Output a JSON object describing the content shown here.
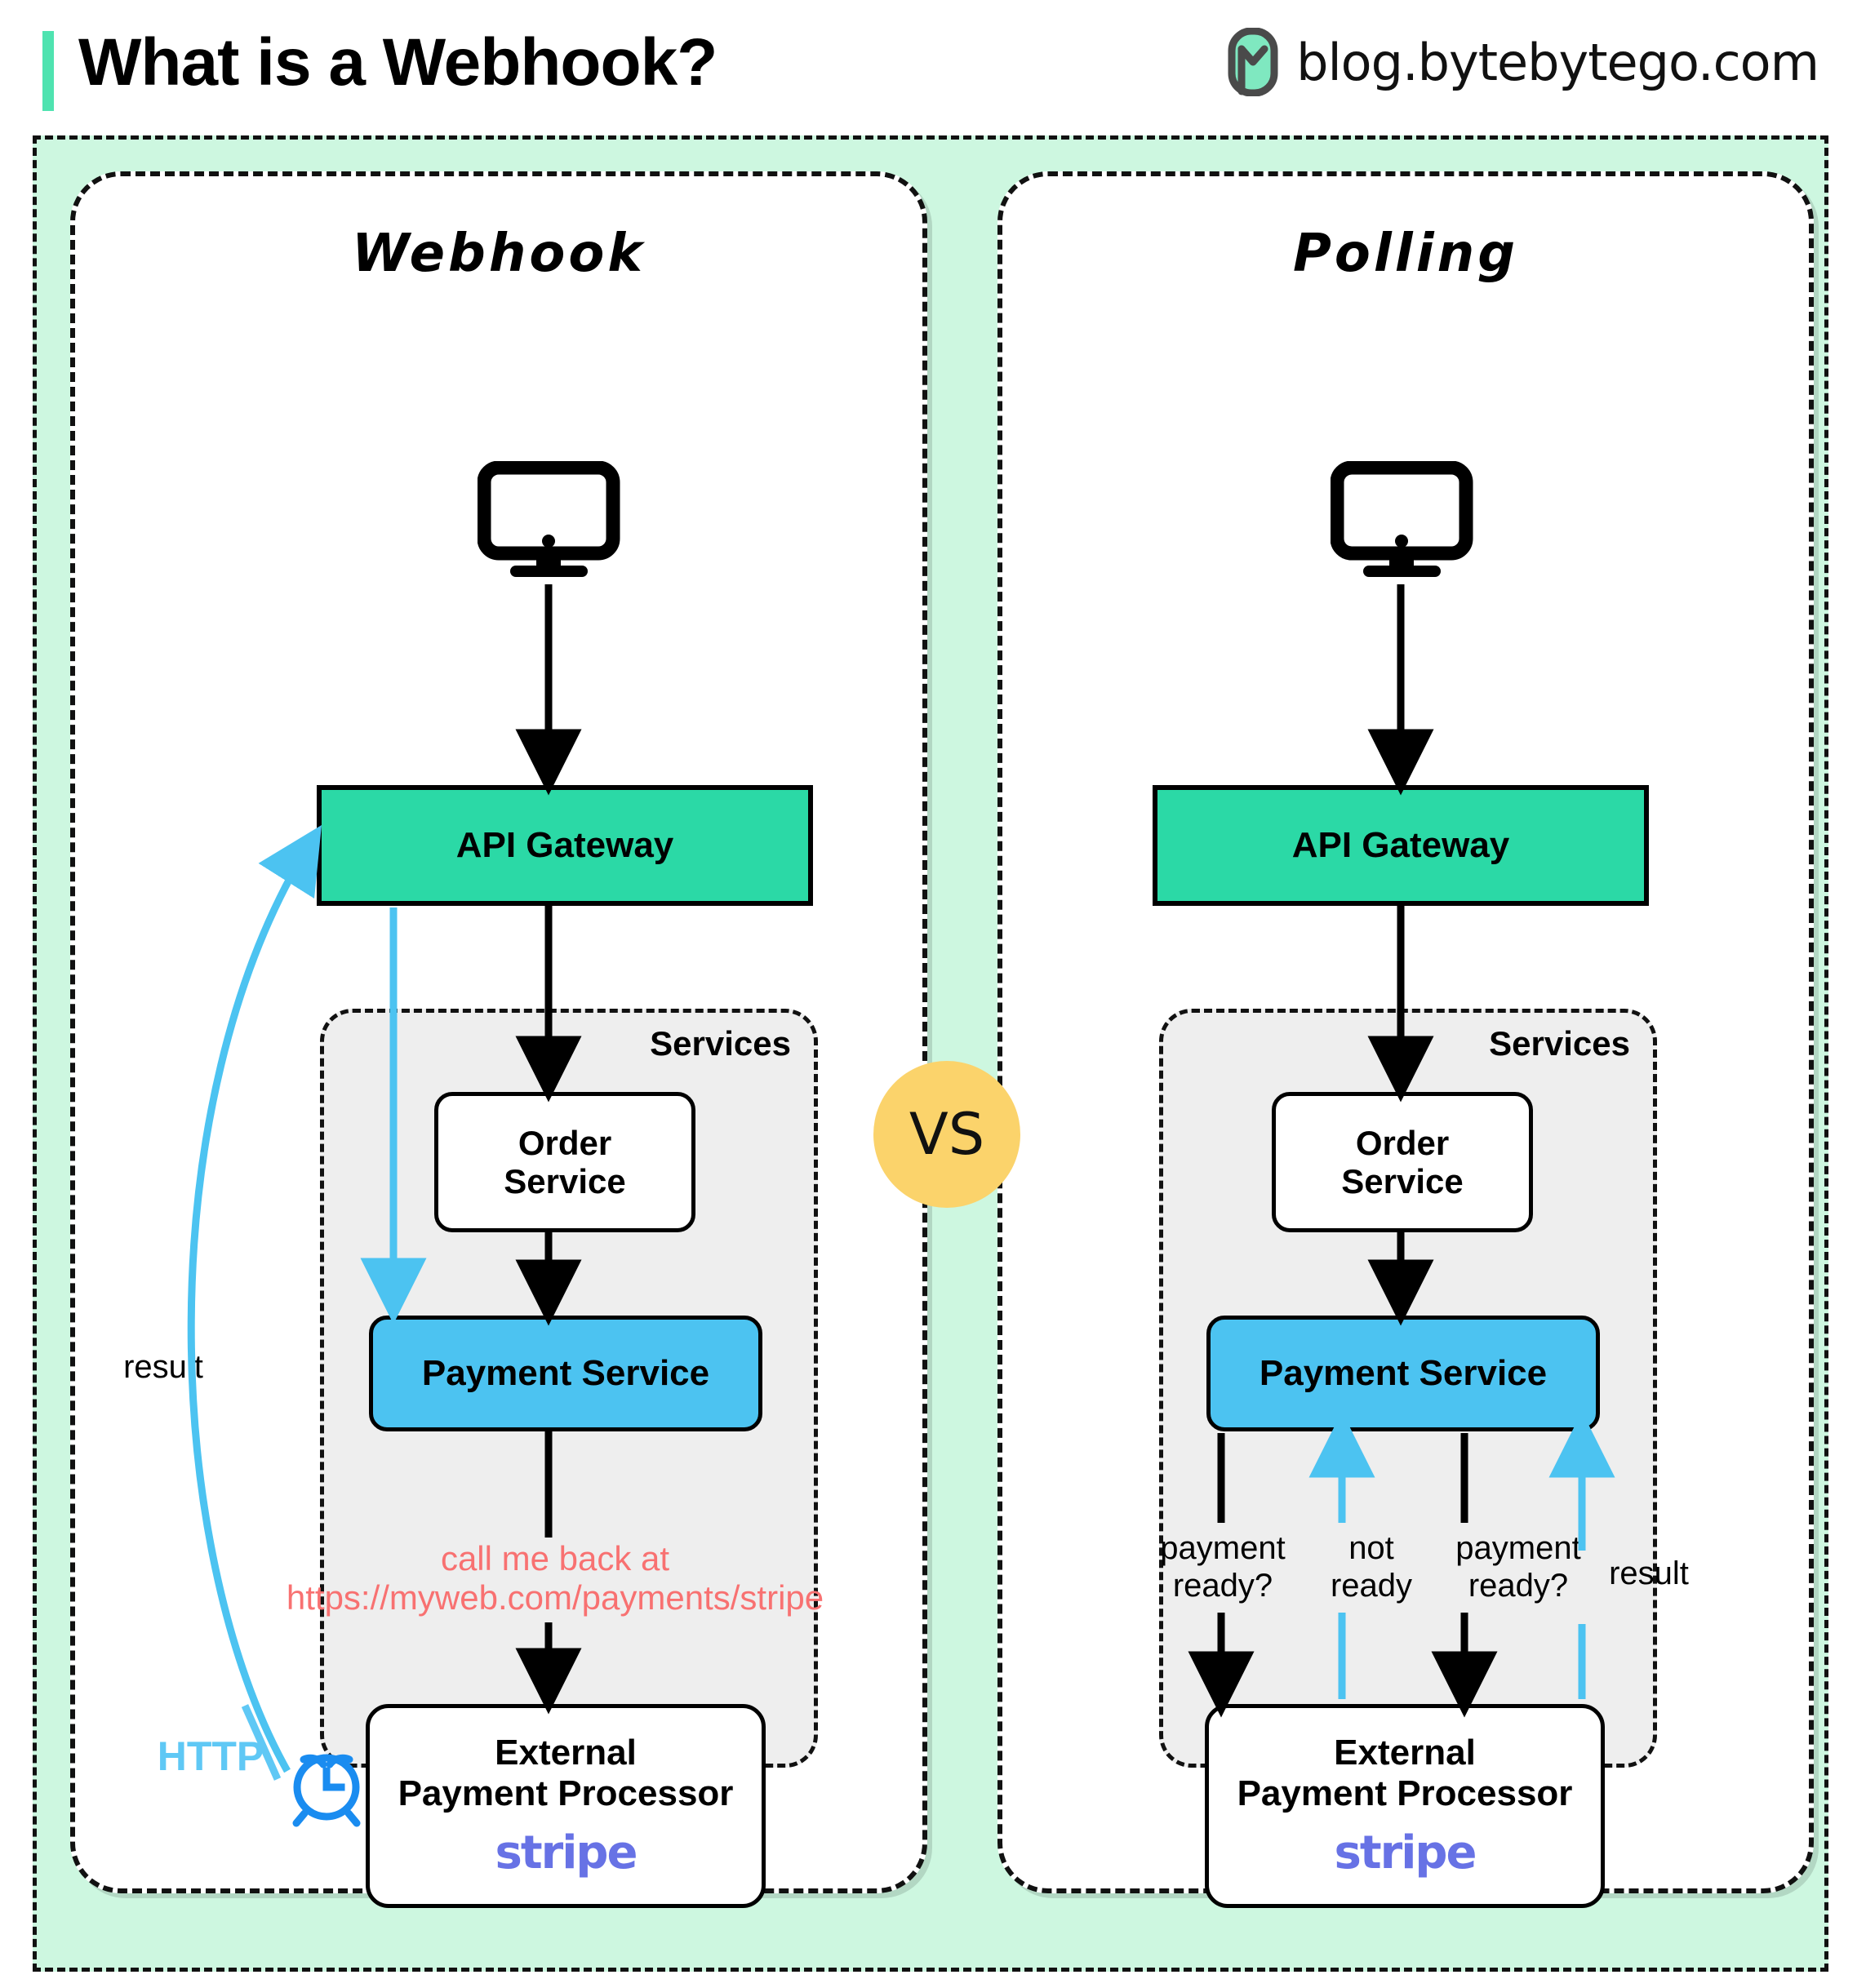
{
  "header": {
    "title": "What is a Webhook?",
    "brand_text": "blog.bytebytego.com",
    "accent_color": "#4fe3b0",
    "logo_icon": "bytebytego-logo-icon"
  },
  "vs_badge": {
    "label": "VS",
    "color": "#fbd36b"
  },
  "colors": {
    "frame_bg": "#cdf7e0",
    "gateway": "#2bd9a6",
    "payment_service": "#4cc3f1",
    "services_group": "#eeeeee",
    "arrow_blue": "#4cc3f1",
    "callout_red": "#f87171",
    "stripe_purple": "#6772e5",
    "clock_blue": "#1a8cf0"
  },
  "panels": [
    {
      "id": "webhook",
      "title": "Webhook",
      "client_icon": "desktop-monitor-icon",
      "gateway": {
        "label": "API Gateway"
      },
      "services": {
        "label": "Services",
        "order_service": {
          "line1": "Order",
          "line2": "Service"
        },
        "payment_service": {
          "label": "Payment Service"
        }
      },
      "callout": {
        "line1": "call me back at",
        "line2": "https://myweb.com/payments/stripe"
      },
      "processor": {
        "line1": "External",
        "line2": "Payment Processor",
        "logo": "stripe"
      },
      "labels": {
        "result": "result",
        "http": "HTTP"
      },
      "clock_icon": "alarm-clock-icon"
    },
    {
      "id": "polling",
      "title": "Polling",
      "client_icon": "desktop-monitor-icon",
      "gateway": {
        "label": "API Gateway"
      },
      "services": {
        "label": "Services",
        "order_service": {
          "line1": "Order",
          "line2": "Service"
        },
        "payment_service": {
          "label": "Payment Service"
        }
      },
      "poll_labels": [
        {
          "line1": "payment",
          "line2": "ready?",
          "direction": "down",
          "color": "#000000"
        },
        {
          "line1": "not",
          "line2": "ready",
          "direction": "up",
          "color": "#4cc3f1"
        },
        {
          "line1": "payment",
          "line2": "ready?",
          "direction": "down",
          "color": "#000000"
        },
        {
          "line1": "result",
          "line2": "",
          "direction": "up",
          "color": "#4cc3f1"
        }
      ],
      "processor": {
        "line1": "External",
        "line2": "Payment Processor",
        "logo": "stripe"
      }
    }
  ]
}
